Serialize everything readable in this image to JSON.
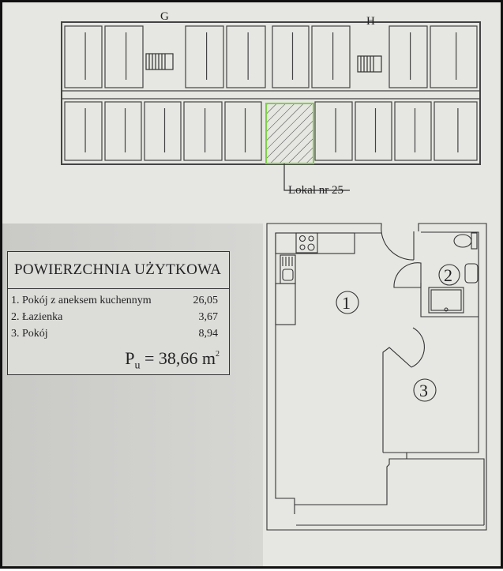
{
  "building_plan": {
    "stair_labels": [
      "G",
      "H"
    ],
    "unit_label": "Lokal nr 25",
    "highlight_color": "#7fd14a"
  },
  "area_table": {
    "title": "POWIERZCHNIA UŻYTKOWA",
    "rooms": [
      {
        "name": "1. Pokój z aneksem kuchennym",
        "area": "26,05"
      },
      {
        "name": "2. Łazienka",
        "area": "3,67"
      },
      {
        "name": "3. Pokój",
        "area": "8,94"
      }
    ],
    "total_symbol": "P",
    "total_subscript": "u",
    "total_value": "= 38,66 m",
    "total_unit_exp": "2"
  },
  "unit_plan": {
    "room_numbers": [
      "1",
      "2",
      "3"
    ]
  }
}
